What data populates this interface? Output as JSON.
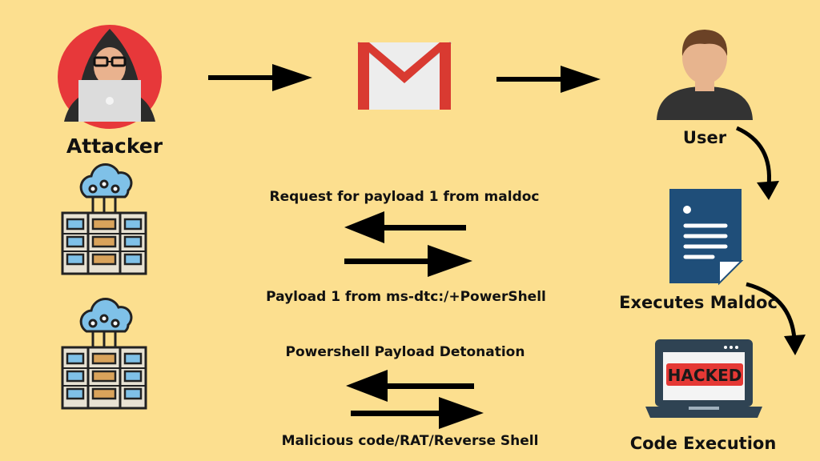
{
  "nodes": {
    "attacker": "Attacker",
    "user": "User",
    "maldoc": "Executes Maldoc",
    "code": "Code Execution"
  },
  "stages": [
    {
      "request": "Request for payload 1 from maldoc",
      "response": "Payload 1 from ms-dtc:/+PowerShell"
    },
    {
      "request": "Powershell Payload Detonation",
      "response": "Malicious code/RAT/Reverse Shell"
    }
  ],
  "screen_text": "HACKED",
  "icons": [
    "hacker-icon",
    "gmail-icon",
    "user-avatar-icon",
    "document-icon",
    "laptop-hacked-icon",
    "cloud-server-icon"
  ],
  "colors": {
    "background": "#FCDF8F",
    "attacker_circle": "#E7383A",
    "gmail_red": "#D93A31",
    "document_blue": "#1F4E79",
    "hacked_red": "#E53935",
    "server_blue": "#7FC1E8"
  }
}
